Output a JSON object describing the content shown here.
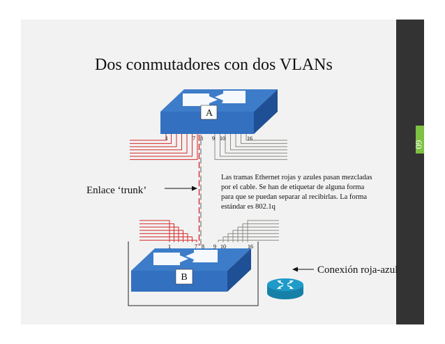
{
  "slide": {
    "title": "Dos conmutadores con dos VLANs",
    "page_number": "60"
  },
  "colors": {
    "background": "#f2f2f2",
    "side_bar": "#333333",
    "accent_box": "#7dc242",
    "switch_top": "#3d7cc9",
    "switch_side": "#1f4f94",
    "switch_front": "#3370c0",
    "red_cable": "#d62828",
    "gray_cable": "#8a8a84",
    "router": "#1f9bc9"
  },
  "switch_a": {
    "label": "A",
    "port_labels": [
      "1",
      "7",
      "8",
      "9",
      "10",
      "16"
    ]
  },
  "switch_b": {
    "label": "B",
    "port_labels": [
      "1",
      "7",
      "8",
      "9",
      "10",
      "16"
    ]
  },
  "trunk": {
    "label": "Enlace ‘trunk’",
    "note": [
      "Las tramas Ethernet rojas y azules pasan mezcladas",
      "por el cable. Se han de etiquetar de alguna forma",
      "para que se puedan separar al recibirlas. La forma",
      "estándar es 802.1q"
    ]
  },
  "router_link": {
    "label": "Conexión roja-azul"
  }
}
